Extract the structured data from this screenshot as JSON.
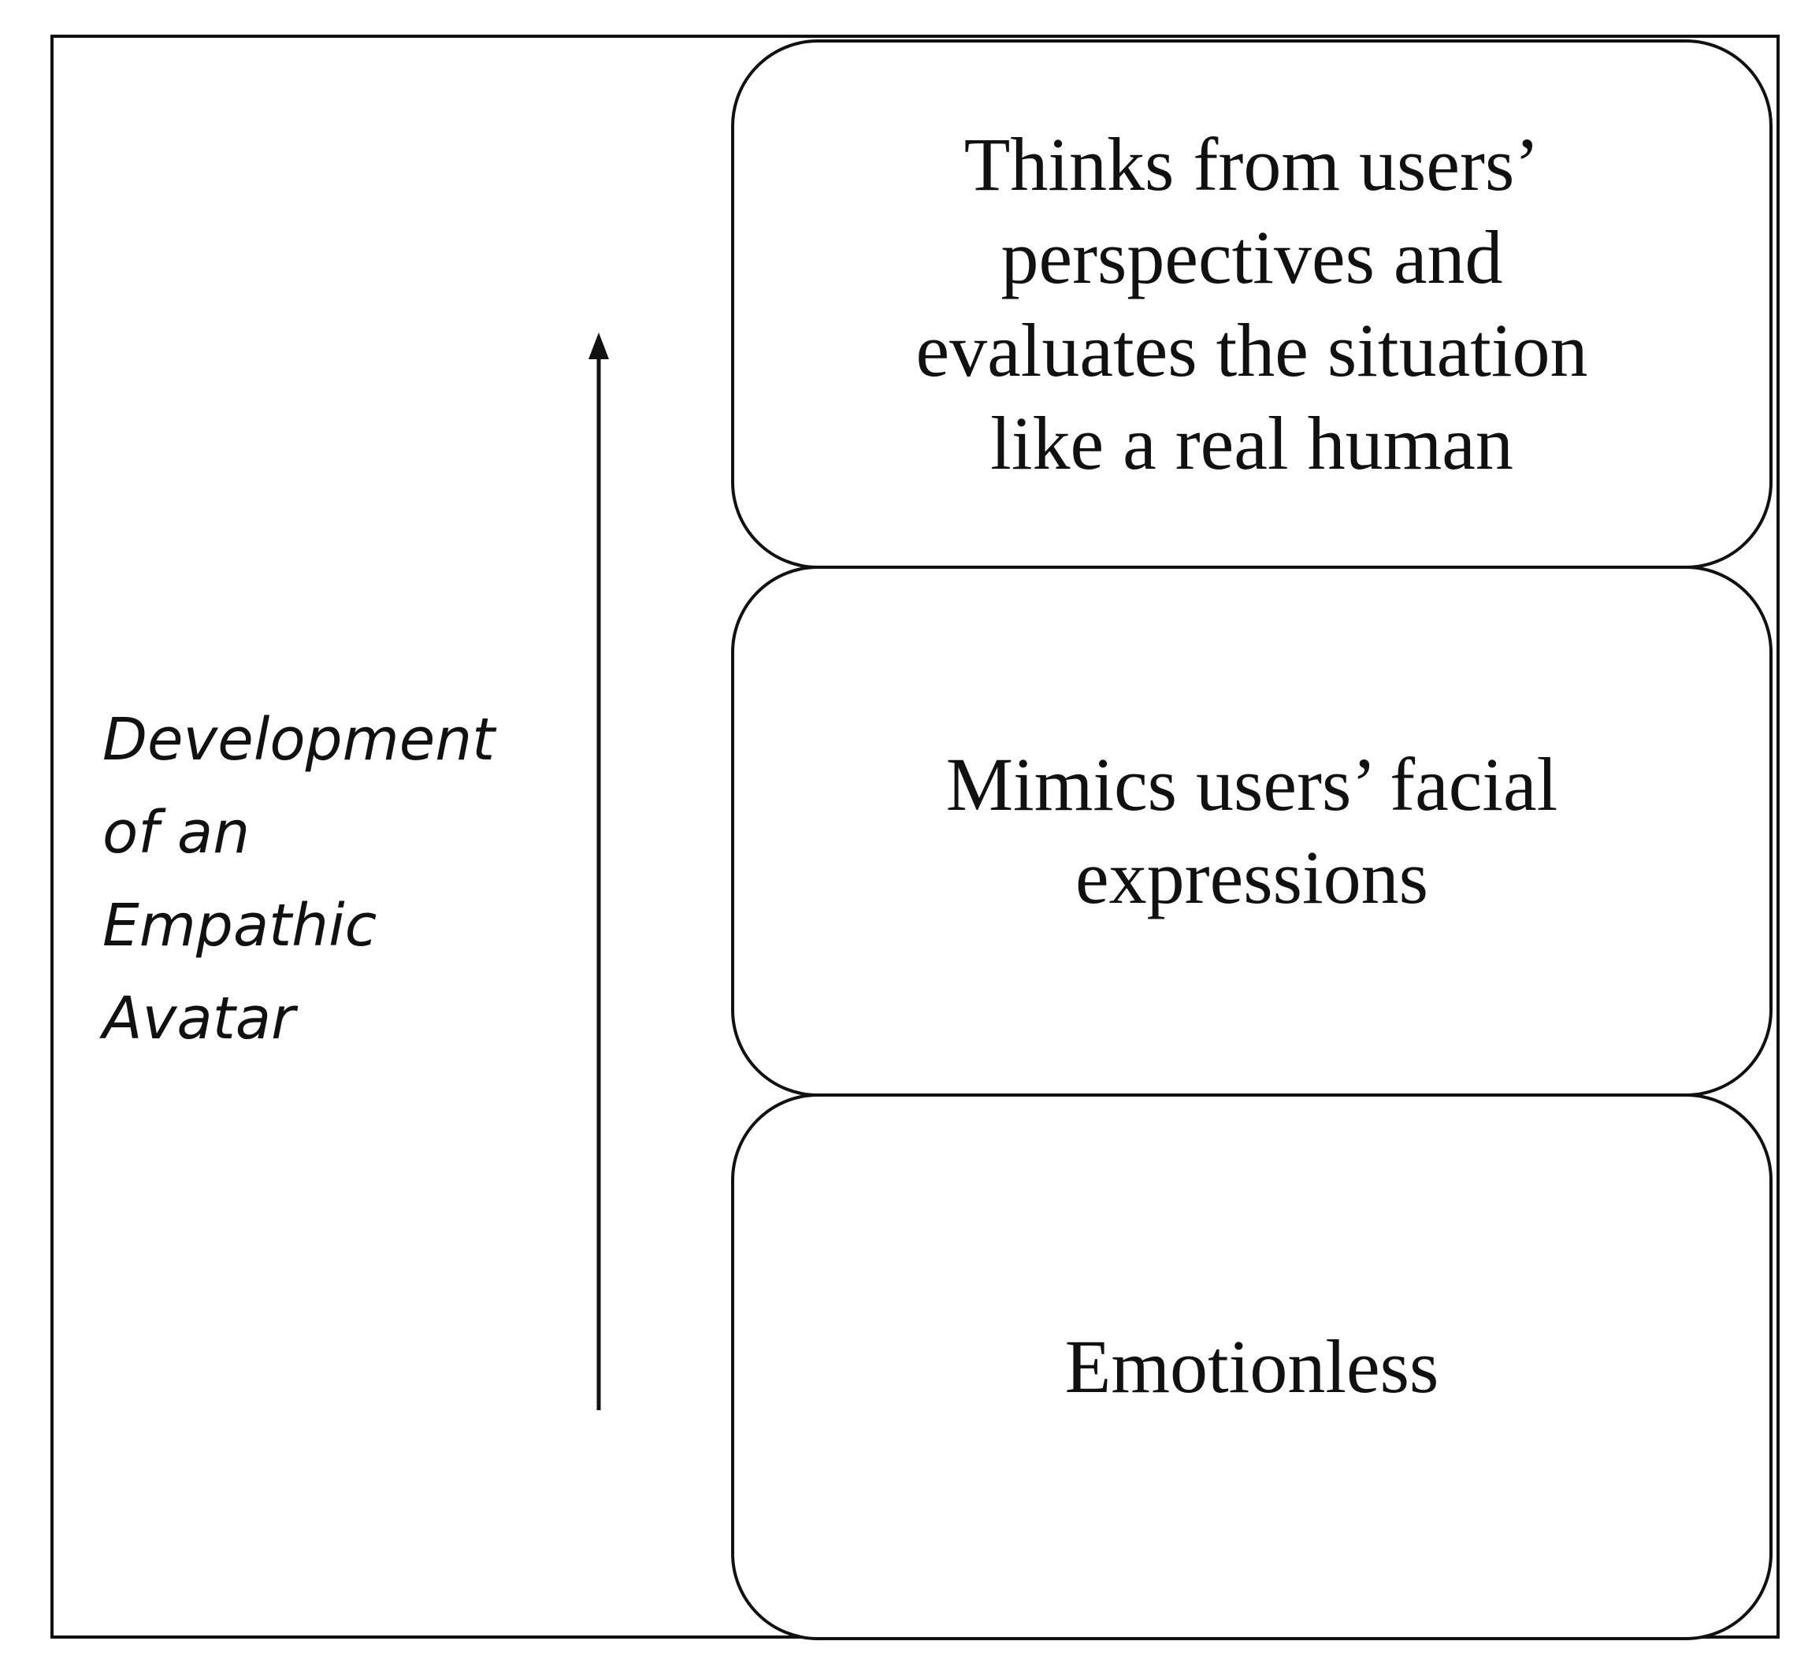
{
  "axis": {
    "label_lines": [
      "Development",
      "of an",
      "Empathic",
      "Avatar"
    ]
  },
  "levels": [
    {
      "lines": [
        "Thinks from users’",
        "perspectives and",
        "evaluates the situation",
        "like a real human"
      ]
    },
    {
      "lines": [
        "Mimics users’ facial",
        "expressions"
      ]
    },
    {
      "lines": [
        "Emotionless"
      ]
    }
  ],
  "colors": {
    "stroke": "#111111",
    "background": "#ffffff"
  }
}
